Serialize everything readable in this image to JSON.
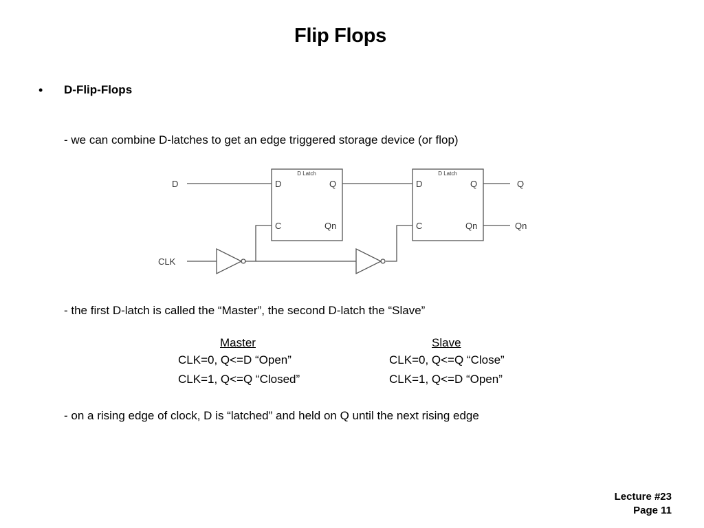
{
  "slide": {
    "title": "Flip Flops",
    "bullet_symbol": "•",
    "bullet_heading": "D-Flip-Flops",
    "line1": "- we can combine D-latches to get an edge triggered storage device (or flop)",
    "line2": "- the first D-latch is called the “Master”, the second D-latch the “Slave”",
    "line3": "- on a rising edge of clock, D is “latched” and held on Q until the next rising edge"
  },
  "diagram": {
    "input_d": "D",
    "input_clk": "CLK",
    "output_q": "Q",
    "output_qn": "Qn",
    "latch1": {
      "title": "D Latch",
      "pin_d": "D",
      "pin_q": "Q",
      "pin_c": "C",
      "pin_qn": "Qn"
    },
    "latch2": {
      "title": "D Latch",
      "pin_d": "D",
      "pin_q": "Q",
      "pin_c": "C",
      "pin_qn": "Qn"
    }
  },
  "table": {
    "master": {
      "header": "Master",
      "row1": "CLK=0, Q<=D “Open”",
      "row2": "CLK=1, Q<=Q “Closed”"
    },
    "slave": {
      "header": "Slave",
      "row1": "CLK=0, Q<=Q “Close”",
      "row2": "CLK=1, Q<=D “Open”"
    }
  },
  "footer": {
    "lecture": "Lecture #23",
    "page": "Page 11"
  }
}
